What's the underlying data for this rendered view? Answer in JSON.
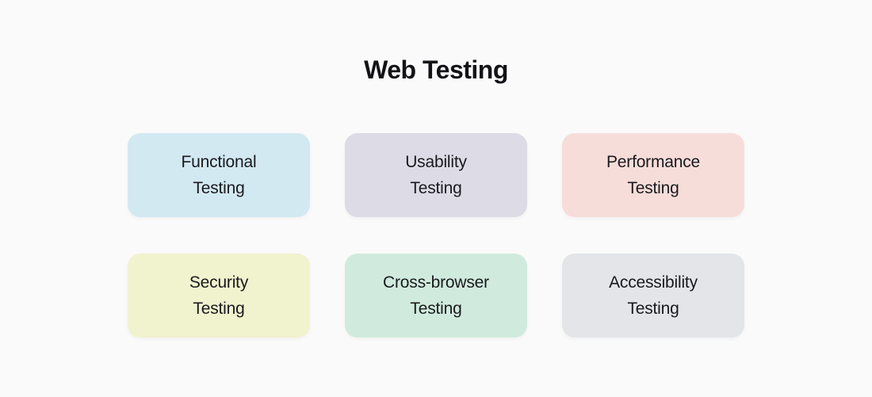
{
  "title": "Web Testing",
  "colors": {
    "page_background": "#fafafa",
    "text": "#1a1a1e"
  },
  "cards": [
    {
      "id": "functional-testing",
      "line1": "Functional",
      "line2": "Testing",
      "bg": "#d2e9f2"
    },
    {
      "id": "usability-testing",
      "line1": "Usability",
      "line2": "Testing",
      "bg": "#dcdbe6"
    },
    {
      "id": "performance-testing",
      "line1": "Performance",
      "line2": "Testing",
      "bg": "#f7ddd9"
    },
    {
      "id": "security-testing",
      "line1": "Security",
      "line2": "Testing",
      "bg": "#f1f2ce"
    },
    {
      "id": "cross-browser-testing",
      "line1": "Cross-browser",
      "line2": "Testing",
      "bg": "#d0ebdd"
    },
    {
      "id": "accessibility-testing",
      "line1": "Accessibility",
      "line2": "Testing",
      "bg": "#e3e5e8"
    }
  ]
}
